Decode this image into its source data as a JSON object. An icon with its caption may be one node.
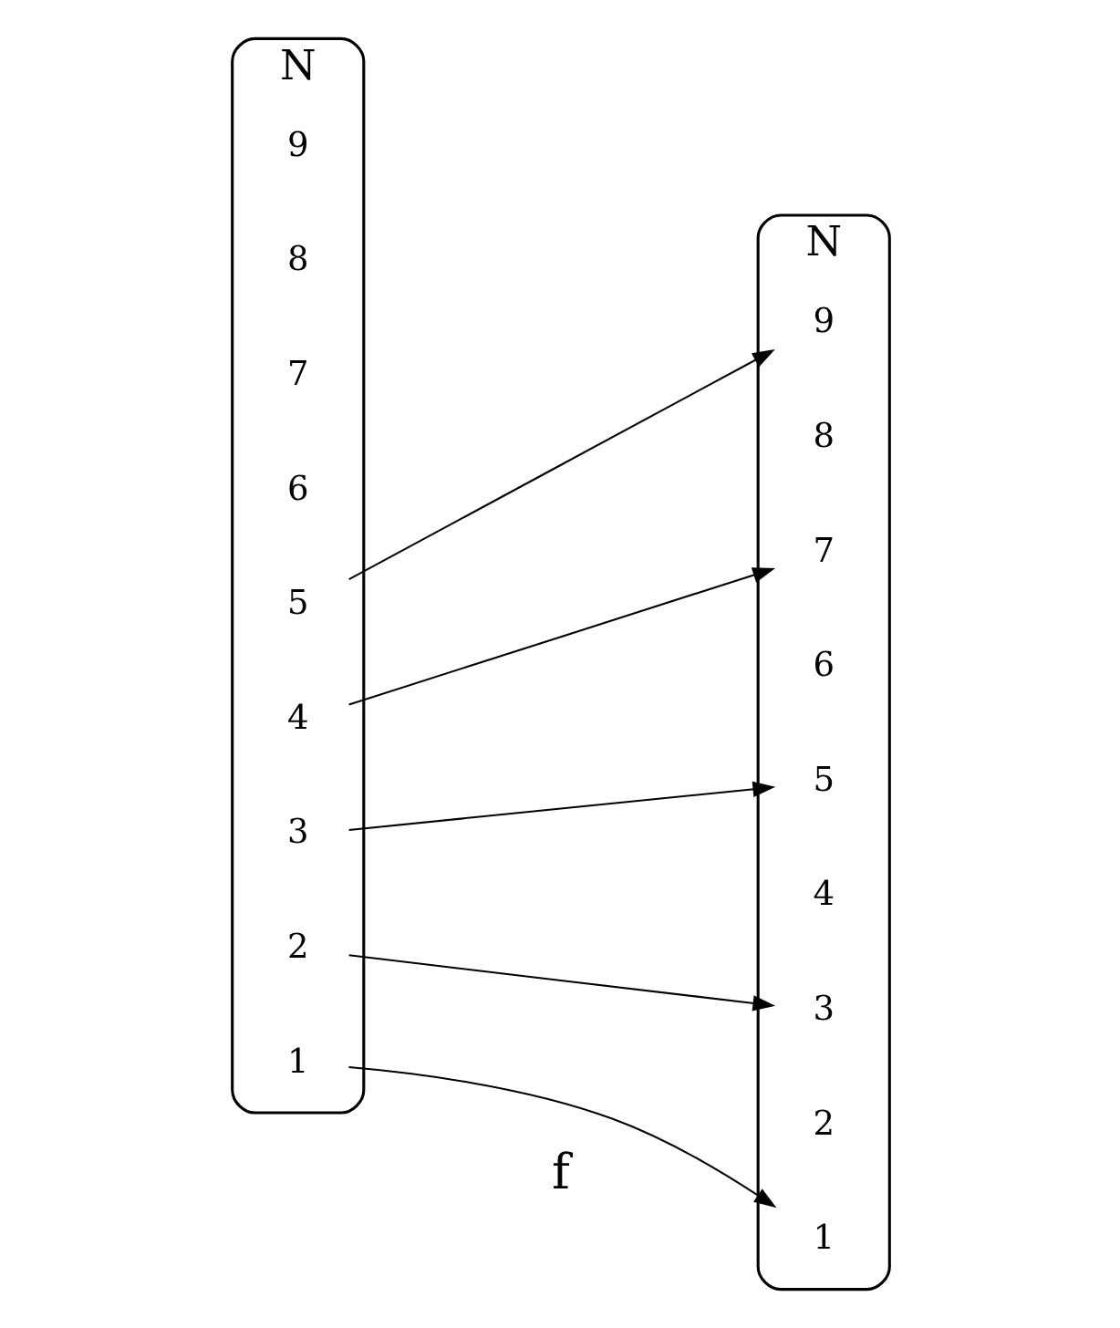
{
  "diagram": {
    "nodes": [
      {
        "text": [
          "N"
        ]
      },
      {
        "text": [
          "1"
        ],
        "in": 0
      },
      {
        "text": [
          "2"
        ],
        "in": 0
      },
      {
        "text": [
          "3"
        ],
        "in": 0
      },
      {
        "text": [
          "4"
        ],
        "in": 0
      },
      {
        "text": [
          "5"
        ],
        "in": 0
      },
      {
        "text": [
          "6"
        ],
        "in": 0
      },
      {
        "text": [
          "7"
        ],
        "in": 0
      },
      {
        "text": [
          "8"
        ],
        "in": 0
      },
      {
        "text": [
          "9"
        ],
        "in": 0
      },
      {
        "text": [
          "N"
        ]
      },
      {
        "text": [
          "1"
        ],
        "in": 10
      },
      {
        "text": [
          "2"
        ],
        "in": 10
      },
      {
        "text": [
          "3"
        ],
        "in": 10
      },
      {
        "text": [
          "4"
        ],
        "in": 10
      },
      {
        "text": [
          "5"
        ],
        "in": 10
      },
      {
        "text": [
          "6"
        ],
        "in": 10
      },
      {
        "text": [
          "7"
        ],
        "in": 10
      },
      {
        "text": [
          "8"
        ],
        "in": 10
      },
      {
        "text": [
          "9"
        ],
        "in": 10
      }
    ],
    "edges": [
      {
        "from": 1,
        "to": 11,
        "arrow": "to"
      },
      {
        "from": 2,
        "to": 13,
        "arrow": "to"
      },
      {
        "from": 3,
        "to": 15,
        "arrow": "to"
      },
      {
        "from": 4,
        "to": 17,
        "arrow": "to"
      },
      {
        "from": 5,
        "to": 19,
        "arrow": "to"
      }
    ],
    "labels": [
      "f"
    ]
  }
}
